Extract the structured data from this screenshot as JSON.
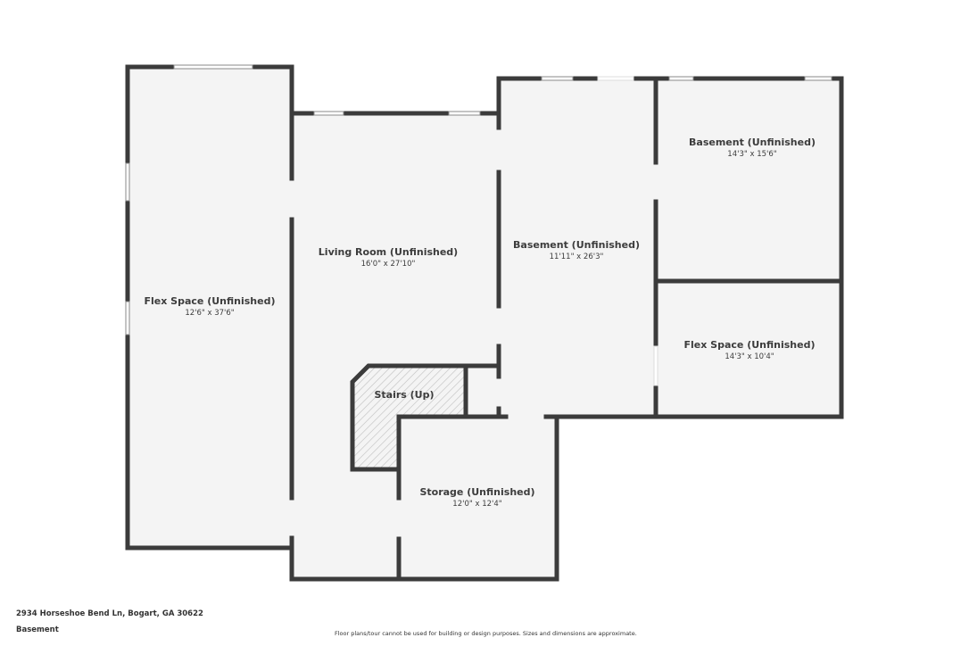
{
  "plan": {
    "rooms": [
      {
        "name": "Flex Space (Unfinished)",
        "dims": "12'6\" x 37'6\""
      },
      {
        "name": "Living Room (Unfinished)",
        "dims": "16'0\" x 27'10\""
      },
      {
        "name": "Basement (Unfinished)",
        "dims": "11'11\" x 26'3\""
      },
      {
        "name": "Basement (Unfinished)",
        "dims": "14'3\" x 15'6\""
      },
      {
        "name": "Flex Space (Unfinished)",
        "dims": "14'3\" x 10'4\""
      },
      {
        "name": "Stairs (Up)"
      },
      {
        "name": "Storage (Unfinished)",
        "dims": "12'0\" x 12'4\""
      }
    ],
    "colors": {
      "wall": "#3b3b3b",
      "floor": "#f4f4f4"
    }
  },
  "footer": {
    "address": "2934 Horseshoe Bend Ln, Bogart, GA 30622",
    "level": "Basement",
    "disclaimer": "Floor plans/tour cannot be used for building or design purposes. Sizes and dimensions are approximate."
  }
}
